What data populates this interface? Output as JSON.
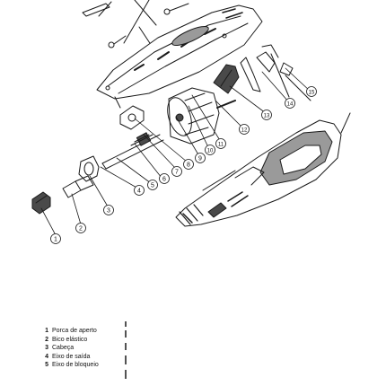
{
  "callouts": [
    "1",
    "2",
    "3",
    "4",
    "5",
    "6",
    "7",
    "8",
    "9",
    "10",
    "11",
    "12",
    "13",
    "14",
    "15"
  ],
  "legend": [
    {
      "num": "1",
      "text": "Porca de aperto"
    },
    {
      "num": "2",
      "text": "Bico elástico"
    },
    {
      "num": "3",
      "text": "Cabeça"
    },
    {
      "num": "4",
      "text": "Eixo de saída"
    },
    {
      "num": "5",
      "text": "Eixo de bloqueio"
    }
  ],
  "colors": {
    "line": "#1a1a1a",
    "fill_gray": "#9a9a9a",
    "fill_dark": "#4a4a4a",
    "background": "#ffffff"
  },
  "icons": [
    "rotary-tool-exploded-drawing"
  ]
}
